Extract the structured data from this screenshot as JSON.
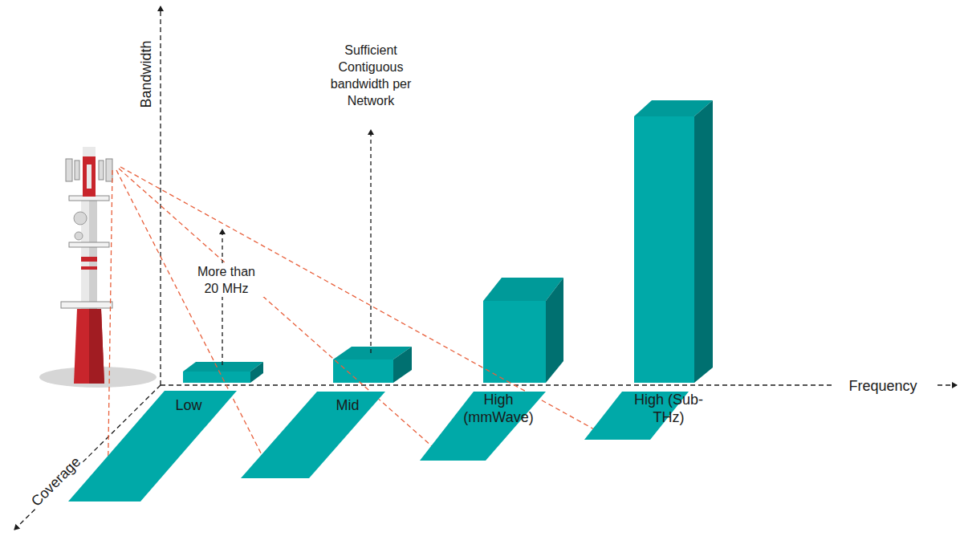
{
  "diagram": {
    "nodes": [
      {
        "text": [
          "Low"
        ]
      },
      {
        "text": [
          "Mid"
        ]
      },
      {
        "text": [
          "High (mmWave)"
        ]
      },
      {
        "text": [
          "High (Sub-THz)"
        ]
      }
    ],
    "labels": [
      "Bandwidth",
      "Sufficient Contiguous bandwidth per Network",
      "More than 20 MHz",
      "Frequency",
      "Coverage"
    ]
  }
}
